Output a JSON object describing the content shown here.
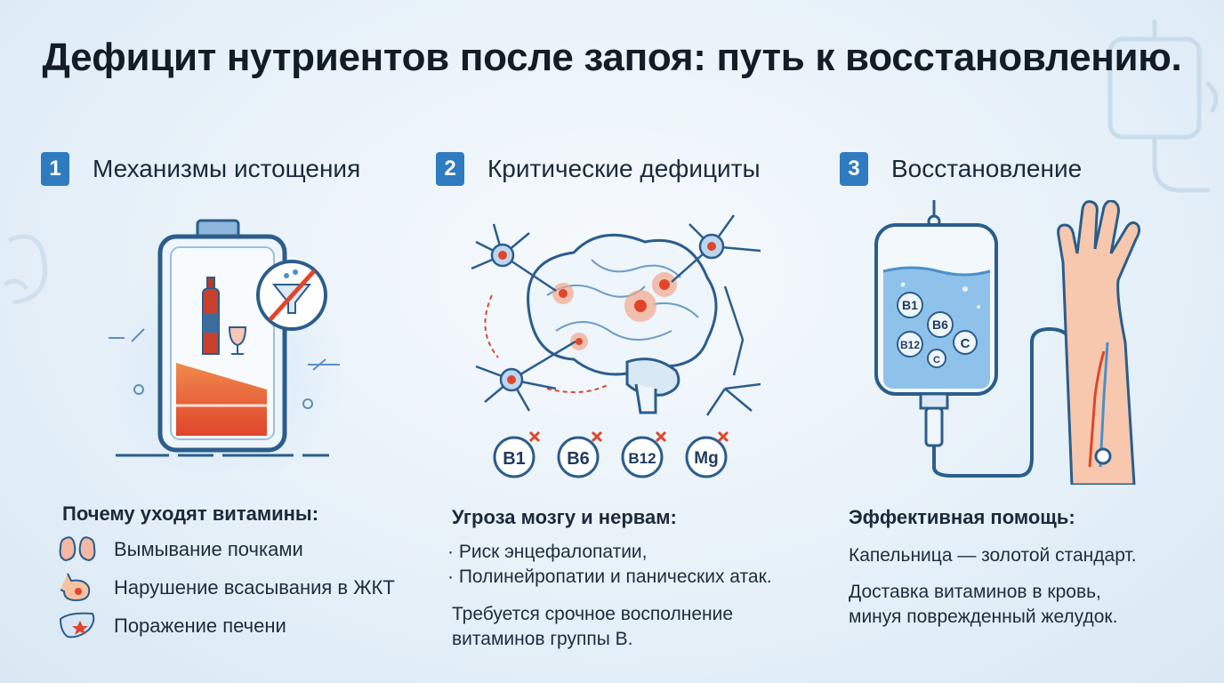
{
  "title": "Дефицит нутриентов после запоя: путь к восстановлению.",
  "columns": [
    {
      "number": "1",
      "heading": "Механизмы истощения"
    },
    {
      "number": "2",
      "heading": "Критические дефициты"
    },
    {
      "number": "3",
      "heading": "Восстановление"
    }
  ],
  "col1": {
    "section_title": "Почему уходят витамины:",
    "items": [
      {
        "label": "Вымывание почками",
        "icon": "kidney-icon"
      },
      {
        "label": "Нарушение всасывания в ЖКТ",
        "icon": "stomach-icon"
      },
      {
        "label": "Поражение печени",
        "icon": "liver-icon"
      }
    ]
  },
  "col2": {
    "vitamins": [
      "B1",
      "B6",
      "B12",
      "Mg"
    ],
    "section_title": "Угроза мозгу и нервам:",
    "bullets": [
      "· Риск энцефалопатии,",
      "· Полинейропатии и панических атак."
    ],
    "note_line1": "Требуется срочное восполнение",
    "note_line2": "витаминов группы В."
  },
  "col3": {
    "iv_labels": [
      "B1",
      "B6",
      "B12",
      "C",
      "C"
    ],
    "section_title": "Эффективная помощь:",
    "line1": "Капельница — золотой стандарт.",
    "line2a": "Доставка витаминов в кровь,",
    "line2b": "минуя поврежденный желудок."
  },
  "colors": {
    "accent": "#2f7bbf",
    "outline": "#2b5d8c",
    "alert": "#e8552e",
    "battery_red": "#e0452c"
  }
}
